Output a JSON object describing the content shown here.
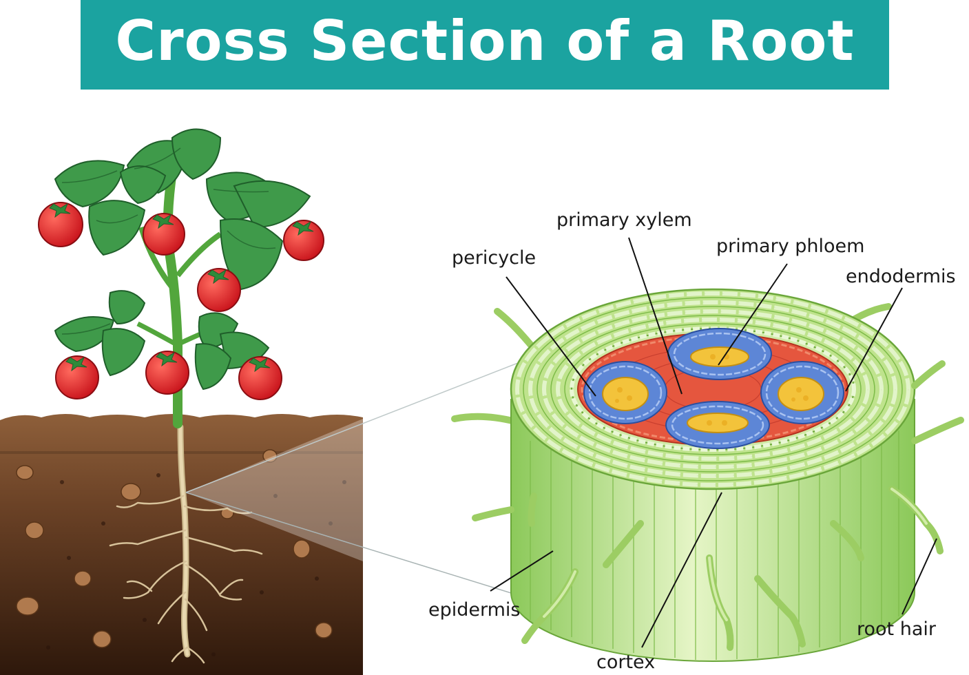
{
  "title": "Cross Section of a Root",
  "labels": {
    "primary_xylem": "primary xylem",
    "primary_phloem": "primary phloem",
    "pericycle": "pericycle",
    "endodermis": "endodermis",
    "epidermis": "epidermis",
    "cortex": "cortex",
    "root_hair": "root hair"
  },
  "colors": {
    "title_bar": "#1ba3a0",
    "leaf": "#3f9a4a",
    "tomato": "#e0252b",
    "soil_top": "#8e5f3a",
    "soil_bottom": "#3a1f10",
    "root_outer": "#a6d76a",
    "cortex_cell": "#d8efb0",
    "pericycle_ring": "#e5563e",
    "phloem_blue": "#5d86d6",
    "xylem_yellow": "#f3c33b"
  }
}
